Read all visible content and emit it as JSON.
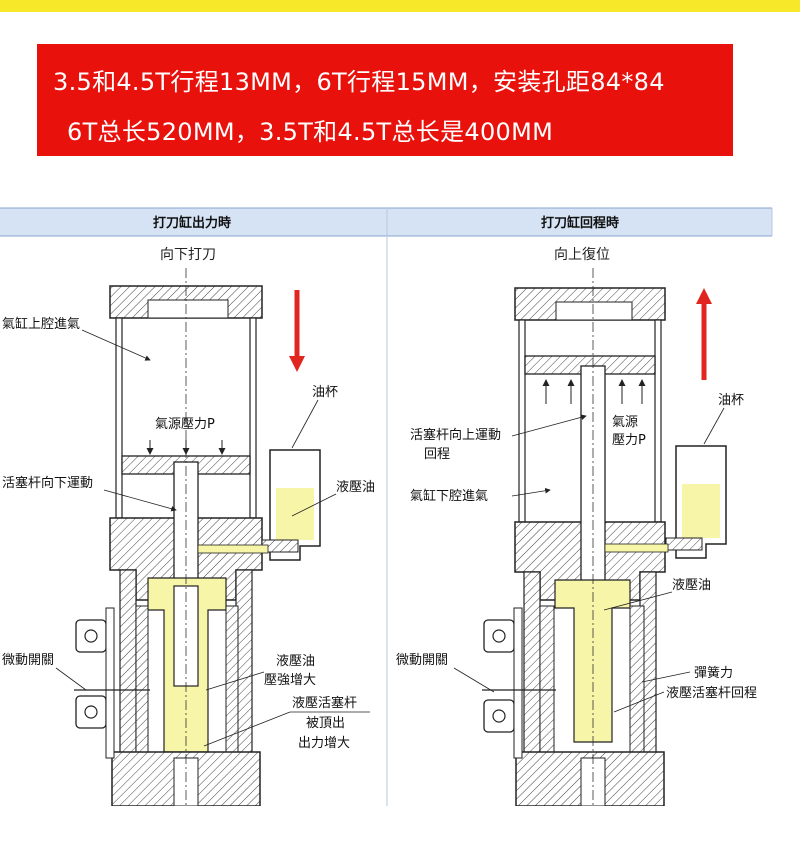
{
  "banner": {
    "line1": "3.5和4.5T行程13MM，6T行程15MM，安装孔距84*84",
    "line2": "6T总长520MM，3.5T和4.5T总长是400MM"
  },
  "colors": {
    "banner_bg": "#e8110c",
    "top_bar": "#f7e92a",
    "header_band": "#d6e3f5",
    "hydraulic_oil": "#f6f5a8",
    "arrow": "#e0261e"
  },
  "left_panel": {
    "header": "打刀缸出力時",
    "subtitle": "向下打刀",
    "labels": {
      "upper_air": "氣缸上腔進氣",
      "pressure": "氣源壓力P",
      "oil_cup": "油杯",
      "piston_down": "活塞杆向下運動",
      "hydraulic_oil": "液壓油",
      "hydraulic_oil_2": "液壓油",
      "pressure_up": "壓強增大",
      "hydraulic_piston": "液壓活塞杆",
      "pushed_out": "被頂出",
      "force_up": "出力增大",
      "micro_switch": "微動開關"
    }
  },
  "right_panel": {
    "header": "打刀缸回程時",
    "subtitle": "向上復位",
    "labels": {
      "oil_cup": "油杯",
      "piston_up": "活塞杆向上運動",
      "return": "回程",
      "pressure_1": "氣源",
      "pressure_2": "壓力P",
      "lower_air": "氣缸下腔進氣",
      "hydraulic_oil": "液壓油",
      "micro_switch": "微動開關",
      "spring": "彈簧力",
      "piston_return": "液壓活塞杆回程"
    }
  }
}
